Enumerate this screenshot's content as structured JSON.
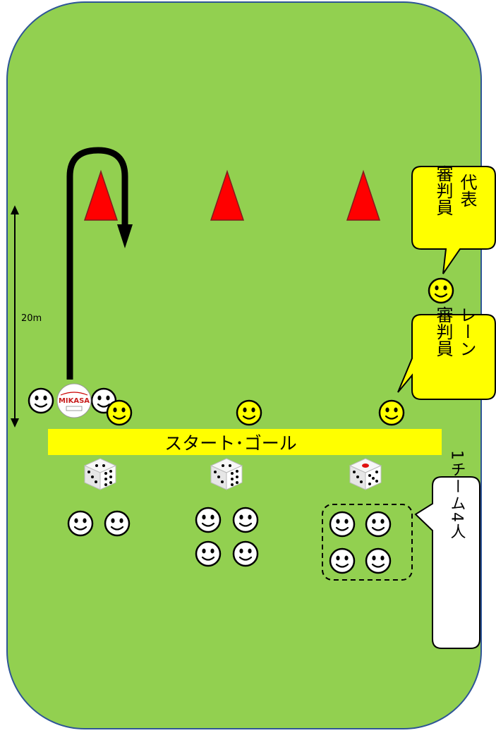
{
  "field": {
    "color": "#92d050",
    "border": "#2e5597"
  },
  "distance": {
    "label": "20m"
  },
  "start_line": {
    "label": "スタート･ゴール",
    "color": "#ffff00"
  },
  "ball": {
    "brand": "MIKASA"
  },
  "callouts": {
    "chief_referee": {
      "lines": [
        "代表",
        "審判員"
      ]
    },
    "lane_referee": {
      "lines": [
        "レーン",
        "審判員"
      ]
    },
    "team": {
      "lines": [
        "1チーム4人"
      ]
    }
  },
  "colors": {
    "cone": "#ff0000",
    "referee_face": "#ffff00",
    "player_face": "#ffffff",
    "die_pip_red": "#e01010"
  },
  "icons": [
    "smiley-icon",
    "cone-icon",
    "dice-icon",
    "volleyball-icon",
    "u-turn-arrow-icon",
    "double-arrow-icon"
  ]
}
